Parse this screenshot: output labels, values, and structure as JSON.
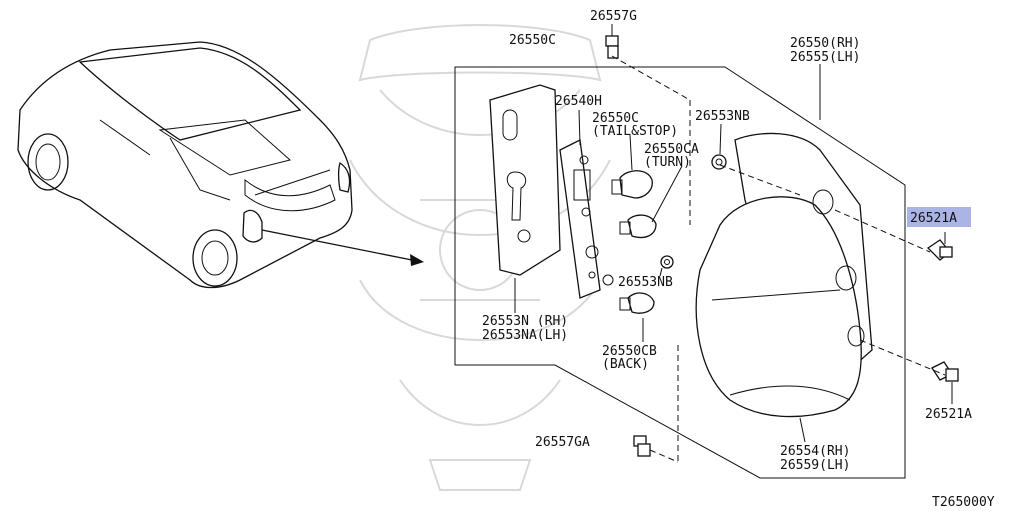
{
  "diagram": {
    "labels": {
      "clip_top": "26557G",
      "assembly": "26550C",
      "lamp_rh": "26550(RH)",
      "lamp_lh": "26555(LH)",
      "socket": "26540H",
      "bulb_tail": "26550C",
      "bulb_tail_note": "(TAIL&STOP)",
      "bulb_turn": "26550CA",
      "bulb_turn_note": "(TURN)",
      "washer_top": "26553NB",
      "bolt_top": "26521A",
      "gasket_rh": "26553N  (RH)",
      "gasket_lh": "26553NA(LH)",
      "washer_mid": "26553NB",
      "bulb_back": "26550CB",
      "bulb_back_note": "(BACK)",
      "bolt_bottom": "26521A",
      "clip_bottom": "26557GA",
      "lens_rh": "26554(RH)",
      "lens_lh": "26559(LH)",
      "figure_code": "T265000Y"
    },
    "highlight_color": "#aab4e6"
  }
}
